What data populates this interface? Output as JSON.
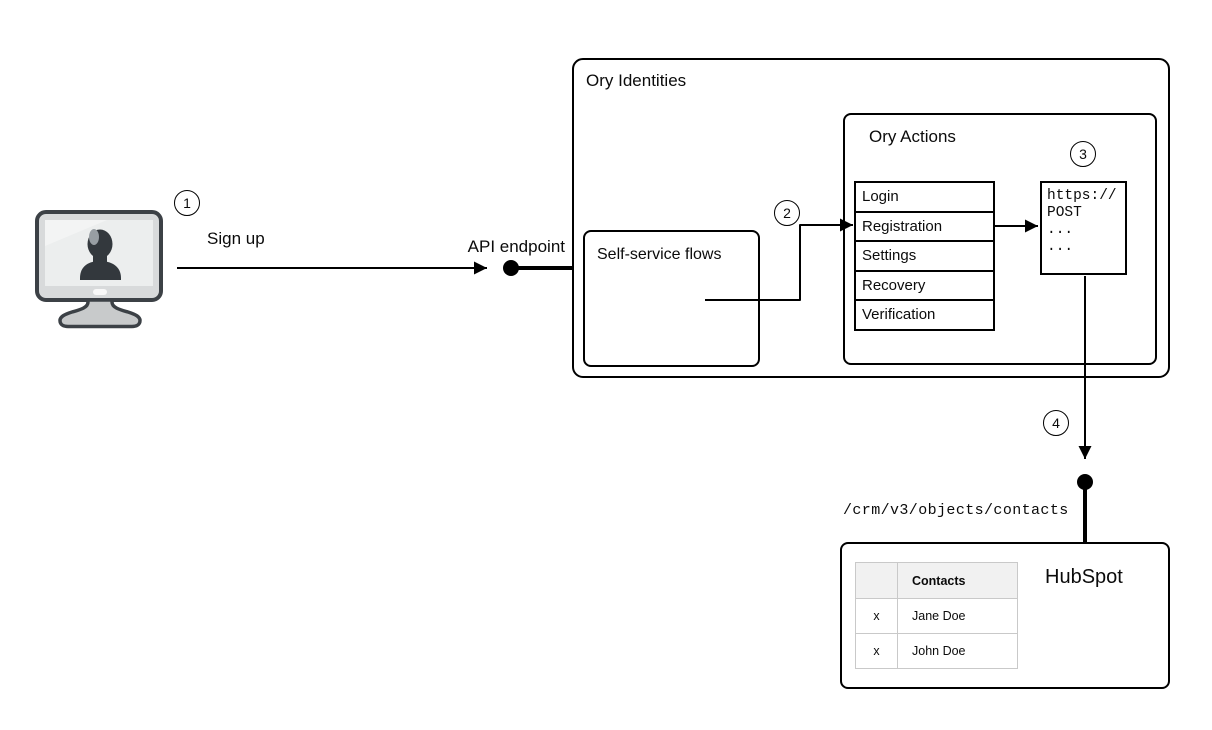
{
  "steps": [
    "1",
    "2",
    "3",
    "4"
  ],
  "labels": {
    "sign_up": "Sign up",
    "api_endpoint": "API endpoint",
    "crm_path": "/crm/v3/objects/contacts"
  },
  "ory_identities": {
    "title": "Ory Identities"
  },
  "self_service": {
    "title": "Self-service flows"
  },
  "ory_actions": {
    "title": "Ory Actions",
    "flows": [
      "Login",
      "Registration",
      "Settings",
      "Recovery",
      "Verification"
    ]
  },
  "webhook": {
    "lines": [
      "https://",
      "POST",
      "...",
      "..."
    ]
  },
  "hubspot": {
    "title": "HubSpot",
    "table": {
      "header": [
        "",
        "Contacts"
      ],
      "rows": [
        [
          "x",
          "Jane Doe"
        ],
        [
          "x",
          "John Doe"
        ]
      ]
    }
  },
  "icons": {
    "user_computer": "monitor-with-user-silhouette"
  },
  "colors": {
    "line": "#000000",
    "background": "#ffffff",
    "table_border": "#c9c9c9",
    "table_header_bg": "#f1f1f1",
    "monitor_frame": "#3c4146",
    "monitor_body": "#d8dadb",
    "monitor_screen": "#eceeee",
    "silhouette": "#33383d"
  }
}
